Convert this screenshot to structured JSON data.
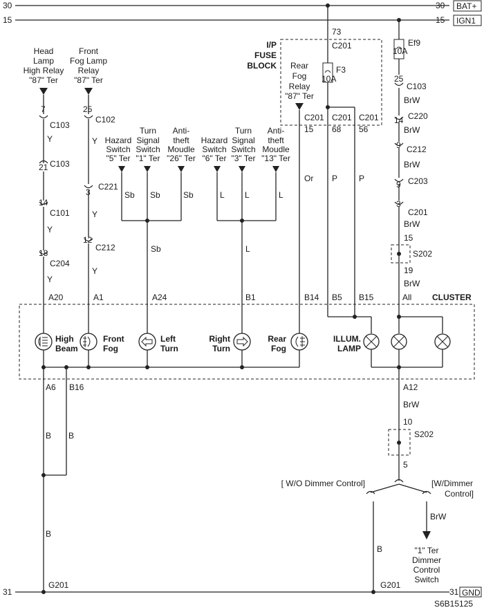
{
  "rails": {
    "r30": {
      "left": "30",
      "right": "30",
      "tag": "BAT+"
    },
    "r15": {
      "left": "15",
      "right": "15",
      "tag": "IGN1"
    },
    "r31": {
      "left": "31",
      "right": "31",
      "tag": "GND"
    }
  },
  "col1": {
    "source": [
      "Head",
      "Lamp",
      "High Relay",
      "\"87\" Ter"
    ],
    "c103a_pin": "7",
    "c103a": "C103",
    "c103b_pin": "21",
    "c103b": "C103",
    "c101_pin": "14",
    "c101": "C101",
    "c204_pin": "18",
    "c204": "C204",
    "wire_y": "Y",
    "pin": "A20"
  },
  "col2": {
    "source": [
      "Front",
      "Fog Lamp",
      "Relay",
      "\"87\" Ter"
    ],
    "c102_pin": "25",
    "c102": "C102",
    "c221_pin": "3",
    "c221": "C221",
    "c212_pin": "12",
    "c212": "C212",
    "wire_y": "Y",
    "pin": "A1"
  },
  "lt": {
    "srcs": [
      {
        "lines": [
          "Hazard",
          "Switch",
          "\"5\" Ter"
        ]
      },
      {
        "lines": [
          "Turn",
          "Signal",
          "Switch",
          "\"1\" Ter"
        ]
      },
      {
        "lines": [
          "Anti-",
          "theft",
          "Moudle",
          "\"26\" Ter"
        ]
      }
    ],
    "wire": "Sb",
    "pin": "A24"
  },
  "rt": {
    "srcs": [
      {
        "lines": [
          "Hazard",
          "Switch",
          "\"6\" Ter"
        ]
      },
      {
        "lines": [
          "Turn",
          "Signal",
          "Switch",
          "\"3\" Ter"
        ]
      },
      {
        "lines": [
          "Anti-",
          "theft",
          "Moudle",
          "\"13\" Ter"
        ]
      }
    ],
    "wire": "L",
    "pin": "B1"
  },
  "fuse_block": {
    "title": [
      "I/P",
      "FUSE",
      "BLOCK"
    ],
    "relay": [
      "Rear",
      "Fog",
      "Relay",
      "\"87\" Ter"
    ],
    "c201": "C201",
    "pin_top": "73",
    "pin_rear": "15",
    "pin_68": "68",
    "pin_56": "56",
    "f3": "F3",
    "f3_rating": "10A",
    "wire_rear": "Or",
    "wire_p": "P",
    "cluster_rear": "B14",
    "cluster_b5": "B5",
    "cluster_b15": "B15"
  },
  "ign": {
    "ef9": "Ef9",
    "ef9_rating": "10A",
    "c103_pin": "25",
    "c103": "C103",
    "c220_pin": "14",
    "c220": "C220",
    "c212_pin": "9",
    "c212": "C212",
    "c203_pin": "9",
    "c203": "C203",
    "c201_pin": "3",
    "c201": "C201",
    "wire": "BrW",
    "s202": "S202",
    "s202_in": "15",
    "s202_out": "19",
    "cluster": "All"
  },
  "cluster": {
    "title": "CLUSTER",
    "lamps": [
      {
        "l1": "High",
        "l2": "Beam"
      },
      {
        "l1": "Front",
        "l2": "Fog"
      },
      {
        "l1": "Left",
        "l2": "Turn"
      },
      {
        "l1": "Right",
        "l2": "Turn"
      },
      {
        "l1": "Rear",
        "l2": "Fog"
      }
    ],
    "illum": [
      "ILLUM.",
      "LAMP"
    ]
  },
  "ground": {
    "wire_b": "B",
    "g201": "G201",
    "left": {
      "a6": "A6",
      "b16": "B16"
    },
    "right": {
      "a12": "A12",
      "s202_in": "10",
      "s202_out": "5",
      "wo_dimmer": "[ W/O Dimmer Control]",
      "w_dimmer": [
        "[W/Dimmer",
        "Control]"
      ],
      "dimmer": [
        "\"1\" Ter",
        "Dimmer",
        "Control",
        "Switch"
      ]
    }
  },
  "footer": {
    "code": "S6B15125"
  }
}
